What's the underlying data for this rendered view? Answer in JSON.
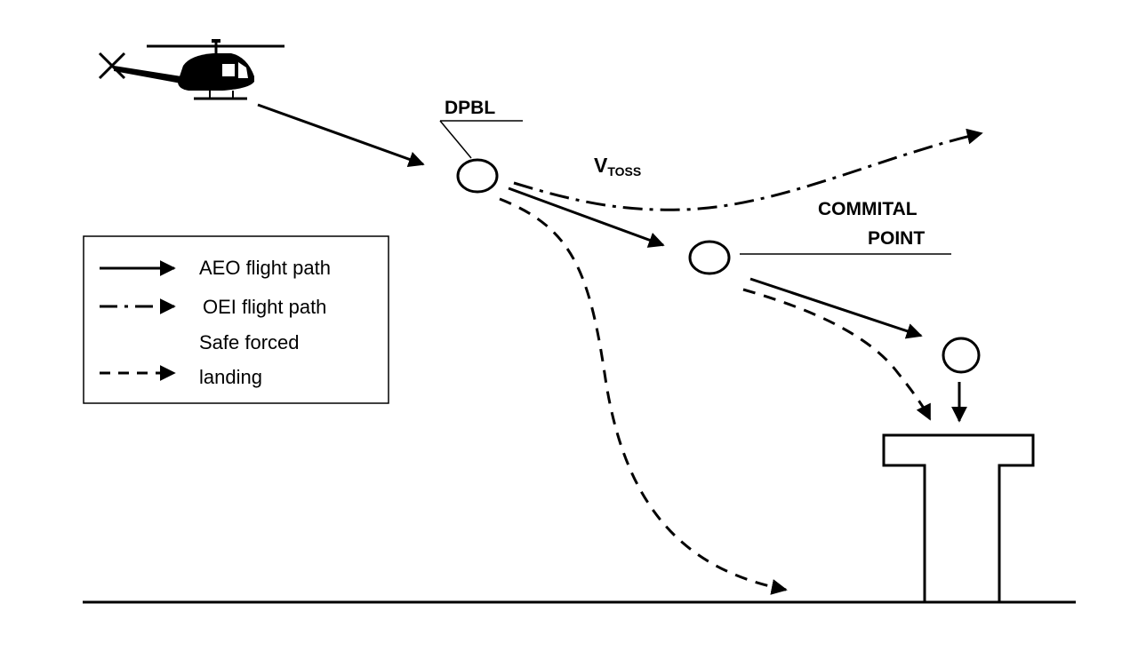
{
  "labels": {
    "dpbl": "DPBL",
    "vtoss_main": "V",
    "vtoss_sub": "TOSS",
    "commital_line1": "COMMITAL",
    "commital_line2": "POINT"
  },
  "legend": {
    "aeo": "AEO flight path",
    "oei": "OEI flight path",
    "safe_line1": "Safe forced",
    "safe_line2": "landing"
  },
  "icons": {
    "aircraft": "helicopter-icon",
    "landing_site": "helipad-platform"
  },
  "colors": {
    "ink": "#000000",
    "background": "#ffffff"
  }
}
